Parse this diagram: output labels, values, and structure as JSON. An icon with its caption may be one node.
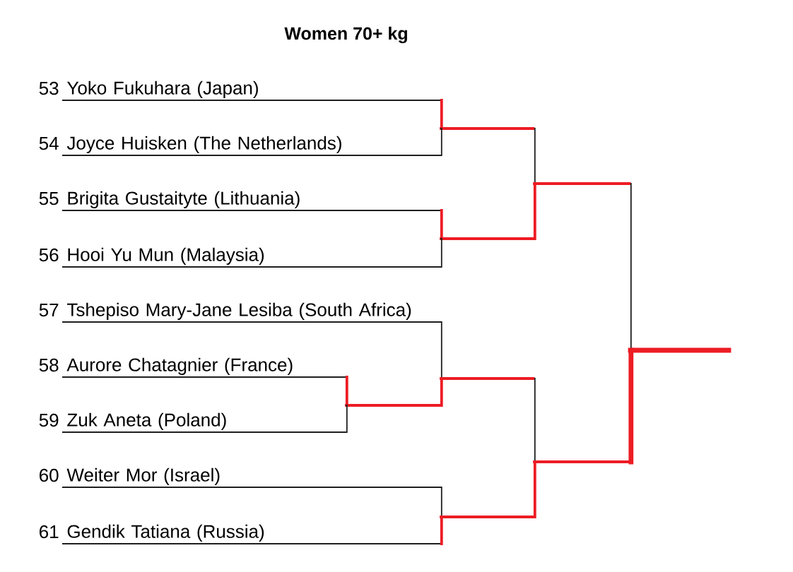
{
  "diagram": {
    "title": "Women 70+ kg",
    "nodes": [
      {
        "text": [
          "Yoko Fukuhara (Japan)"
        ],
        "beside": [
          "53"
        ]
      },
      {
        "text": [
          "Joyce Huisken (The Netherlands)"
        ],
        "beside": [
          "54"
        ]
      },
      {
        "text": [
          "Brigita Gustaityte (Lithuania)"
        ],
        "beside": [
          "55"
        ]
      },
      {
        "text": [
          "Hooi Yu Mun (Malaysia)"
        ],
        "beside": [
          "56"
        ]
      },
      {
        "text": [
          "Tshepiso Mary-Jane Lesiba (South Africa)"
        ],
        "beside": [
          "57"
        ]
      },
      {
        "text": [
          "Aurore Chatagnier (France)"
        ],
        "beside": [
          "58"
        ]
      },
      {
        "text": [
          "Zuk Aneta (Poland)"
        ],
        "beside": [
          "59"
        ]
      },
      {
        "text": [
          "Weiter Mor (Israel)"
        ],
        "beside": [
          "60"
        ]
      },
      {
        "text": [
          "Gendik Tatiana (Russia)"
        ],
        "beside": [
          "61"
        ]
      },
      {
        "text": [],
        "shape": "line"
      },
      {
        "text": [],
        "shape": "line"
      },
      {
        "text": [],
        "shape": "line"
      },
      {
        "text": [],
        "shape": "line"
      },
      {
        "text": [],
        "shape": "line"
      },
      {
        "text": [],
        "shape": "line"
      },
      {
        "text": [],
        "shape": "line"
      },
      {
        "text": [],
        "shape": "line"
      }
    ],
    "edges": [
      {
        "from": 0,
        "to": 10,
        "arrow": "none",
        "color": "#ed1c24"
      },
      {
        "from": 1,
        "to": 10,
        "arrow": "none",
        "color": "#1e1e1e"
      },
      {
        "from": 2,
        "to": 11,
        "arrow": "none",
        "color": "#ed1c24"
      },
      {
        "from": 3,
        "to": 11,
        "arrow": "none",
        "color": "#1e1e1e"
      },
      {
        "from": 4,
        "to": 12,
        "arrow": "none",
        "color": "#1e1e1e"
      },
      {
        "from": 5,
        "to": 9,
        "arrow": "none",
        "color": "#ed1c24"
      },
      {
        "from": 6,
        "to": 9,
        "arrow": "none",
        "color": "#1e1e1e"
      },
      {
        "from": 7,
        "to": 13,
        "arrow": "none",
        "color": "#1e1e1e"
      },
      {
        "from": 8,
        "to": 13,
        "arrow": "none",
        "color": "#ed1c24"
      },
      {
        "from": 9,
        "to": 12,
        "arrow": "none",
        "color": "#ed1c24"
      },
      {
        "from": 10,
        "to": 14,
        "arrow": "none",
        "color": "#1e1e1e"
      },
      {
        "from": 11,
        "to": 14,
        "arrow": "none",
        "color": "#ed1c24"
      },
      {
        "from": 12,
        "to": 15,
        "arrow": "none",
        "color": "#1e1e1e"
      },
      {
        "from": 13,
        "to": 15,
        "arrow": "none",
        "color": "#ed1c24"
      },
      {
        "from": 14,
        "to": 16,
        "arrow": "none",
        "color": "#1e1e1e"
      },
      {
        "from": 15,
        "to": 16,
        "arrow": "none",
        "color": "#ed1c24",
        "style": "thick"
      }
    ]
  }
}
